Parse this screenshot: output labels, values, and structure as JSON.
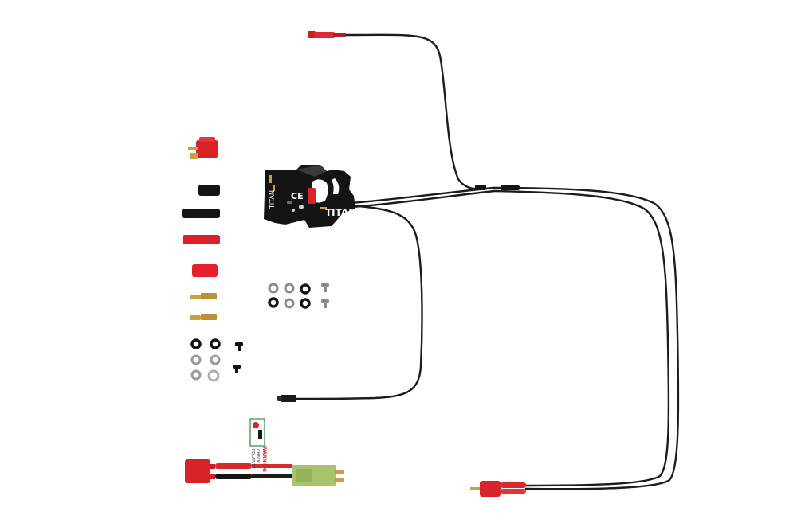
{
  "product": {
    "board_brand": "TITAN",
    "board_logo": "TITAN",
    "board_mark": "CE",
    "warning_label": "WARNING",
    "warning_sub_1": "CHECK",
    "warning_sub_2": "POLARITY"
  },
  "colors": {
    "background": "#ffffff",
    "wire": "#1c1c1c",
    "connector_red": "#d8232a",
    "heat_shrink_red": "#e3202b",
    "heat_shrink_black": "#141414",
    "brass": "#b8913a",
    "mini_tamiya_green": "#a8c46a",
    "washer_gray": "#8f8f8f"
  },
  "icons": {
    "tool": "hex-key-icon",
    "warning": "warning-icon"
  }
}
